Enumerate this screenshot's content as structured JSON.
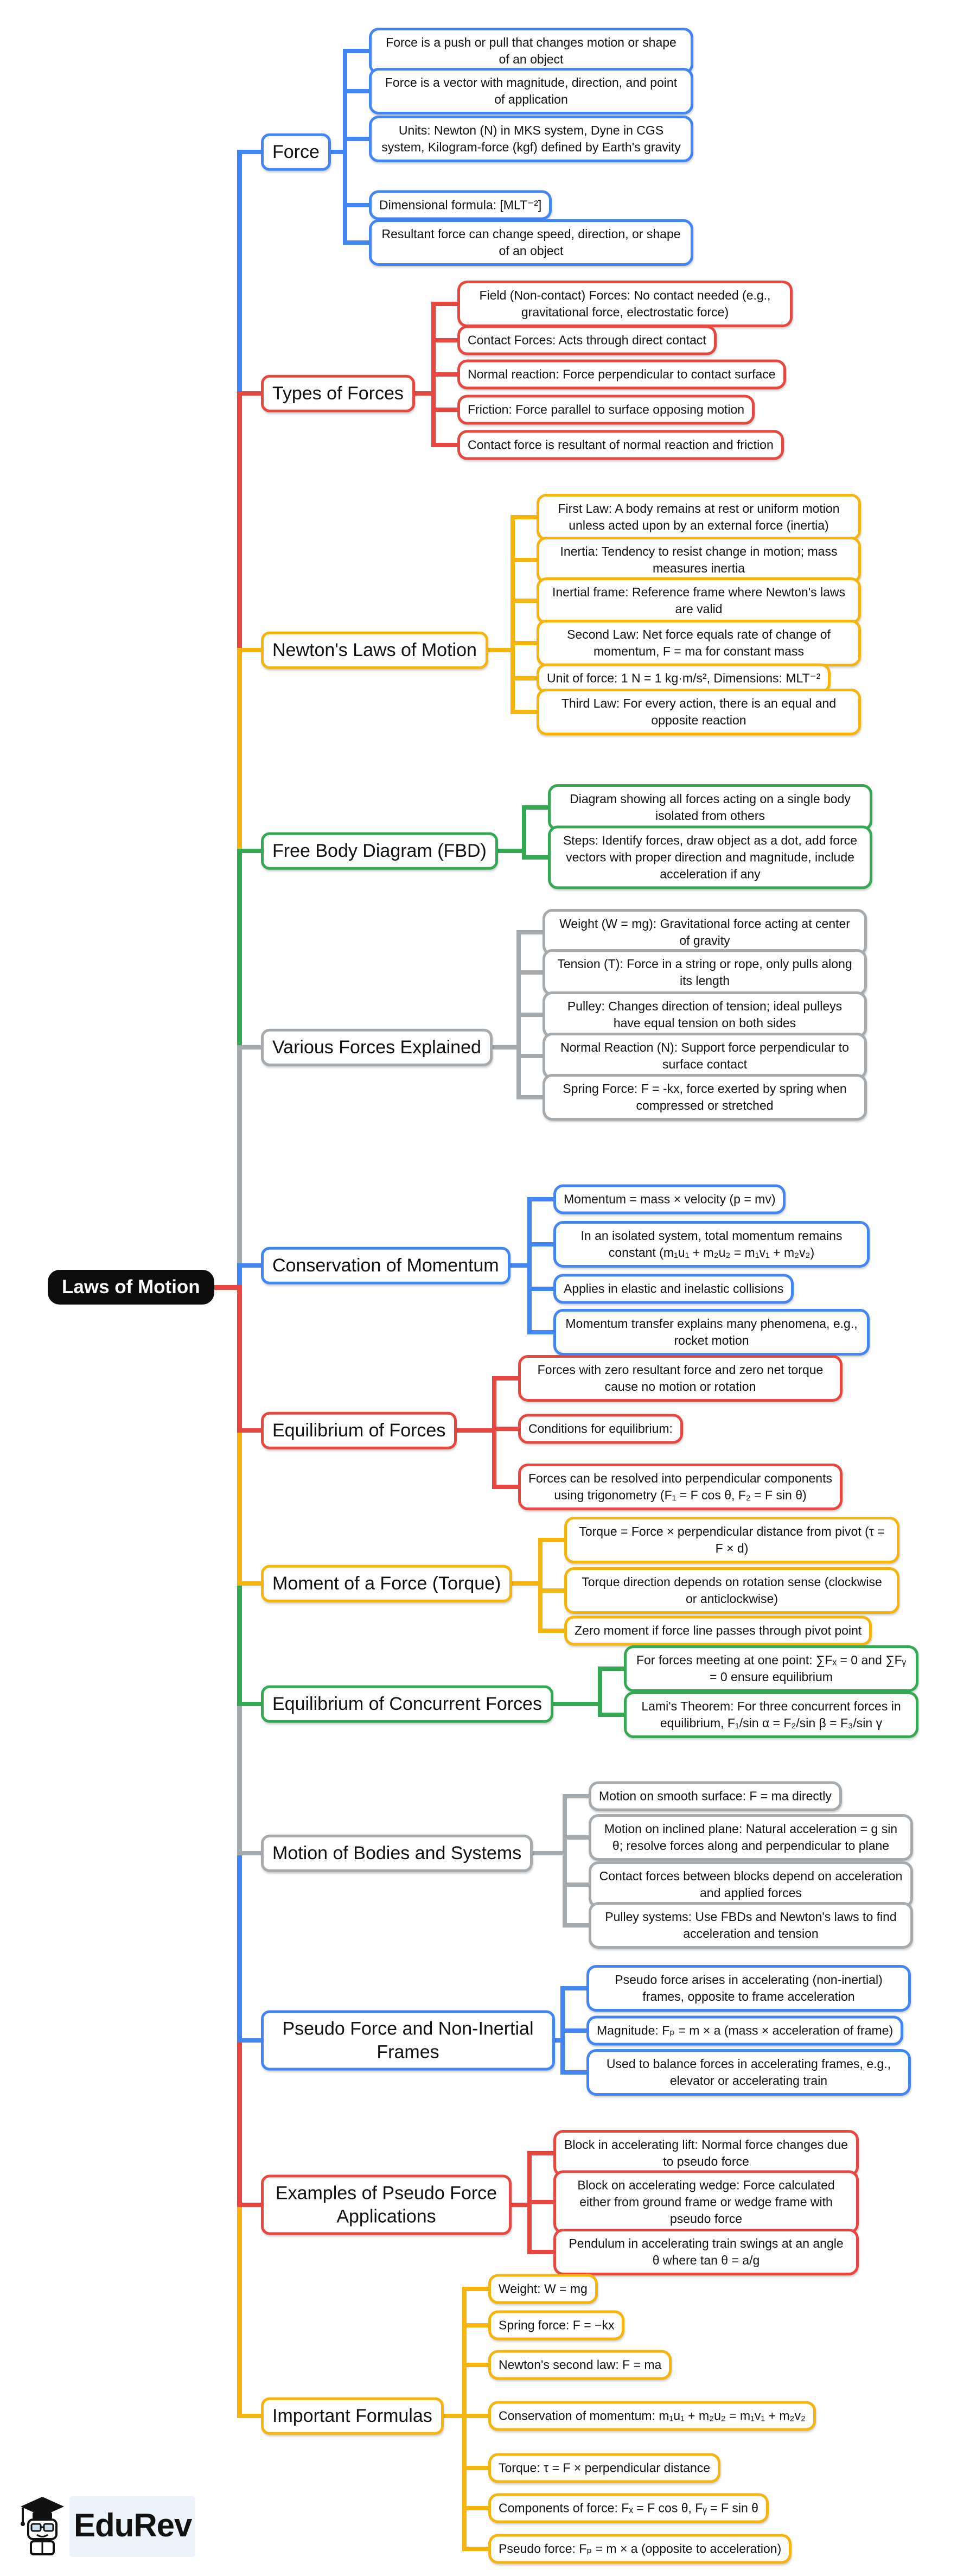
{
  "center": {
    "label": "Laws of Motion",
    "bg_color": "#0d0d0d",
    "text_color": "#ffffff"
  },
  "palette": {
    "blue": "#4285F4",
    "red": "#E8473F",
    "yellow": "#F6B40E",
    "green": "#34A853",
    "gray": "#A5AAAE",
    "black": "#0d0d0d"
  },
  "branches": [
    {
      "label": "Force",
      "color": "#4285F4",
      "children": [
        "Force is a push or pull that changes motion or shape of an object",
        "Force is a vector with magnitude, direction, and point of application",
        "Units: Newton (N) in MKS system, Dyne in CGS system, Kilogram-force (kgf) defined by Earth's gravity",
        "Dimensional formula: [MLT⁻²]",
        "Resultant force can change speed, direction, or shape of an object"
      ]
    },
    {
      "label": "Types of Forces",
      "color": "#E8473F",
      "children": [
        "Field (Non-contact) Forces: No contact needed (e.g., gravitational force, electrostatic force)",
        "Contact Forces: Acts through direct contact",
        "Normal reaction: Force perpendicular to contact surface",
        "Friction: Force parallel to surface opposing motion",
        "Contact force is resultant of normal reaction and friction"
      ]
    },
    {
      "label": "Newton's Laws of Motion",
      "color": "#F6B40E",
      "children": [
        "First Law: A body remains at rest or uniform motion unless acted upon by an external force (inertia)",
        "Inertia: Tendency to resist change in motion; mass measures inertia",
        "Inertial frame: Reference frame where Newton's laws are valid",
        "Second Law: Net force equals rate of change of momentum, F = ma for constant mass",
        "Unit of force: 1 N = 1 kg·m/s², Dimensions: MLT⁻²",
        "Third Law: For every action, there is an equal and opposite reaction"
      ]
    },
    {
      "label": "Free Body Diagram (FBD)",
      "color": "#34A853",
      "children": [
        "Diagram showing all forces acting on a single body isolated from others",
        "Steps: Identify forces, draw object as a dot, add force vectors with proper direction and magnitude, include acceleration if any"
      ]
    },
    {
      "label": "Various Forces Explained",
      "color": "#A5AAAE",
      "children": [
        "Weight (W = mg): Gravitational force acting at center of gravity",
        "Tension (T): Force in a string or rope, only pulls along its length",
        "Pulley: Changes direction of tension; ideal pulleys have equal tension on both sides",
        "Normal Reaction (N): Support force perpendicular to surface contact",
        "Spring Force: F = -kx, force exerted by spring when compressed or stretched"
      ]
    },
    {
      "label": "Conservation of Momentum",
      "color": "#4285F4",
      "children": [
        "Momentum = mass × velocity (p = mv)",
        "In an isolated system, total momentum remains constant (m₁u₁ + m₂u₂ = m₁v₁ + m₂v₂)",
        "Applies in elastic and inelastic collisions",
        "Momentum transfer explains many phenomena, e.g., rocket motion"
      ]
    },
    {
      "label": "Equilibrium of Forces",
      "color": "#E8473F",
      "children": [
        "Forces with zero resultant force and zero net torque cause no motion or rotation",
        "Conditions for equilibrium:",
        "Forces can be resolved into perpendicular components using trigonometry (F₁ = F cos θ, F₂ = F sin θ)"
      ]
    },
    {
      "label": "Moment of a Force (Torque)",
      "color": "#F6B40E",
      "children": [
        "Torque = Force × perpendicular distance from pivot (τ = F × d)",
        "Torque direction depends on rotation sense (clockwise or anticlockwise)",
        "Zero moment if force line passes through pivot point"
      ]
    },
    {
      "label": "Equilibrium of Concurrent Forces",
      "color": "#34A853",
      "children": [
        "For forces meeting at one point: ∑Fₓ = 0 and ∑Fᵧ = 0 ensure equilibrium",
        "Lami's Theorem: For three concurrent forces in equilibrium, F₁/sin α = F₂/sin β = F₃/sin γ"
      ]
    },
    {
      "label": "Motion of Bodies and Systems",
      "color": "#A5AAAE",
      "children": [
        "Motion on smooth surface: F = ma directly",
        "Motion on inclined plane: Natural acceleration = g sin θ; resolve forces along and perpendicular to plane",
        "Contact forces between blocks depend on acceleration and applied forces",
        "Pulley systems: Use FBDs and Newton's laws to find acceleration and tension"
      ]
    },
    {
      "label": "Pseudo Force and Non-Inertial Frames",
      "color": "#4285F4",
      "children": [
        "Pseudo force arises in accelerating (non-inertial) frames, opposite to frame acceleration",
        "Magnitude: Fₚ = m × a (mass × acceleration of frame)",
        "Used to balance forces in accelerating frames, e.g., elevator or accelerating train"
      ]
    },
    {
      "label": "Examples of Pseudo Force Applications",
      "color": "#E8473F",
      "children": [
        "Block in accelerating lift: Normal force changes due to pseudo force",
        "Block on accelerating wedge: Force calculated either from ground frame or wedge frame with pseudo force",
        "Pendulum in accelerating train swings at an angle θ where tan θ = a/g"
      ]
    },
    {
      "label": "Important Formulas",
      "color": "#F6B40E",
      "children": [
        "Weight: W = mg",
        "Spring force: F = −kx",
        "Newton's second law: F = ma",
        "Conservation of momentum: m₁u₁ + m₂u₂ = m₁v₁ + m₂v₂",
        "Torque: τ = F × perpendicular distance",
        "Components of force: Fₓ = F cos θ, Fᵧ = F sin θ",
        "Pseudo force: Fₚ = m × a (opposite to acceleration)"
      ]
    }
  ],
  "logo": {
    "text": "EduRev",
    "icon": "graduation-cap-mascot-icon"
  }
}
